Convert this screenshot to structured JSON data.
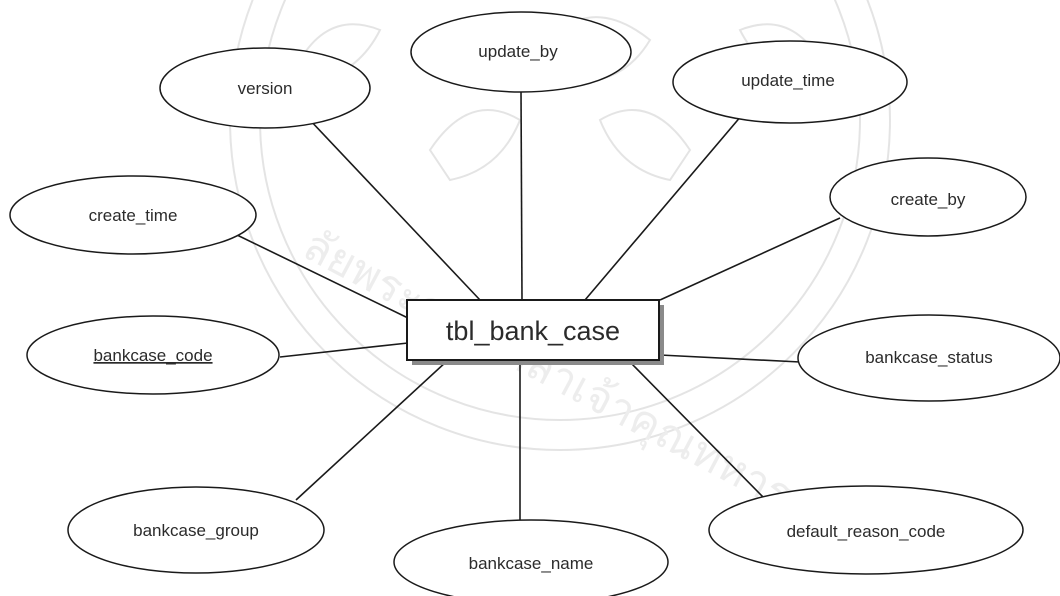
{
  "diagram": {
    "type": "er-diagram",
    "entity": {
      "label": "tbl_bank_case"
    },
    "attributes": [
      {
        "id": "version",
        "label": "version",
        "primary_key": false
      },
      {
        "id": "update_by",
        "label": "update_by",
        "primary_key": false
      },
      {
        "id": "update_time",
        "label": "update_time",
        "primary_key": false
      },
      {
        "id": "create_time",
        "label": "create_time",
        "primary_key": false
      },
      {
        "id": "create_by",
        "label": "create_by",
        "primary_key": false
      },
      {
        "id": "bankcase_code",
        "label": "bankcase_code",
        "primary_key": true
      },
      {
        "id": "bankcase_status",
        "label": "bankcase_status",
        "primary_key": false
      },
      {
        "id": "bankcase_group",
        "label": "bankcase_group",
        "primary_key": false
      },
      {
        "id": "bankcase_name",
        "label": "bankcase_name",
        "primary_key": false
      },
      {
        "id": "default_reason_code",
        "label": "default_reason_code",
        "primary_key": false
      }
    ]
  },
  "colors": {
    "line": "#1a1a1a",
    "text": "#2b2b2b",
    "watermark": "#d6d6d6"
  }
}
